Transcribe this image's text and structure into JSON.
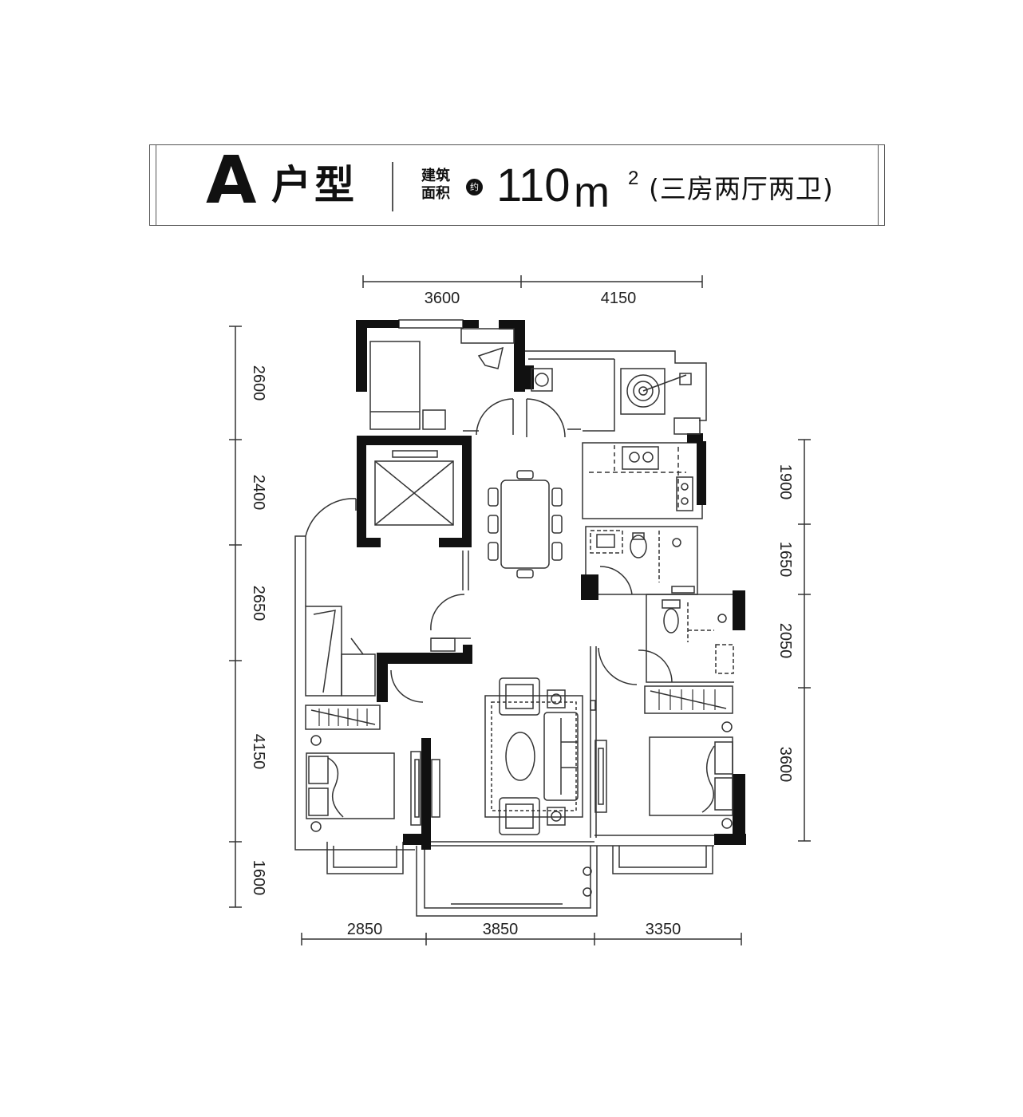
{
  "title": {
    "letter": "A",
    "name": "户型",
    "area_label_line1": "建筑",
    "area_label_line2": "面积",
    "approx": "约",
    "area_value": "110",
    "area_unit": "m",
    "area_unit_sup": "2",
    "layout_desc": "(三房两厅两卫)"
  },
  "dimensions": {
    "top": [
      "3600",
      "4150"
    ],
    "bottom": [
      "2850",
      "3850",
      "3350"
    ],
    "left": [
      "2600",
      "2400",
      "2650",
      "4150",
      "1600"
    ],
    "right": [
      "1900",
      "1650",
      "2050",
      "3600"
    ]
  }
}
